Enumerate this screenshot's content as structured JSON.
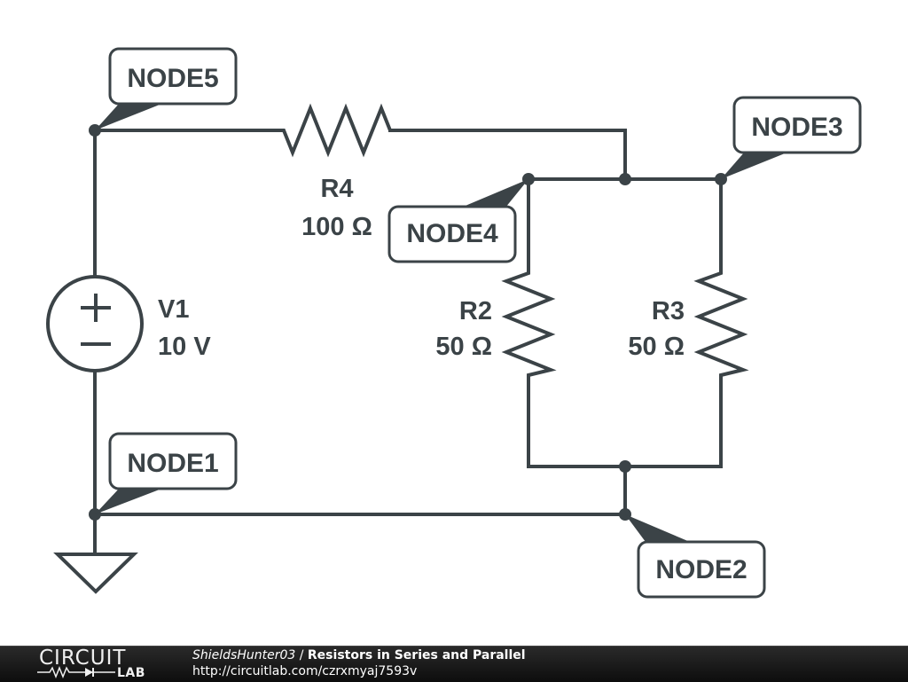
{
  "schematic": {
    "nodes": [
      {
        "id": "node5",
        "label": "NODE5"
      },
      {
        "id": "node3",
        "label": "NODE3"
      },
      {
        "id": "node4",
        "label": "NODE4"
      },
      {
        "id": "node1",
        "label": "NODE1"
      },
      {
        "id": "node2",
        "label": "NODE2"
      }
    ],
    "components": {
      "V1": {
        "name": "V1",
        "value": "10 V",
        "type": "voltage-source",
        "plus_symbol": "+",
        "minus_symbol": "−"
      },
      "R4": {
        "name": "R4",
        "value": "100 Ω",
        "type": "resistor"
      },
      "R2": {
        "name": "R2",
        "value": "50 Ω",
        "type": "resistor"
      },
      "R3": {
        "name": "R3",
        "value": "50 Ω",
        "type": "resistor"
      },
      "GND": {
        "type": "ground"
      }
    },
    "colors": {
      "ink": "#3b4347",
      "background": "#ffffff"
    }
  },
  "footer": {
    "logo_top": "CIRCUIT",
    "logo_bottom": "LAB",
    "user": "ShieldsHunter03",
    "separator": " / ",
    "title": "Resistors in Series and Parallel",
    "url": "http://circuitlab.com/czrxmyaj7593v",
    "colors": {
      "background": "#1a1a1a",
      "text": "#ffffff"
    }
  }
}
